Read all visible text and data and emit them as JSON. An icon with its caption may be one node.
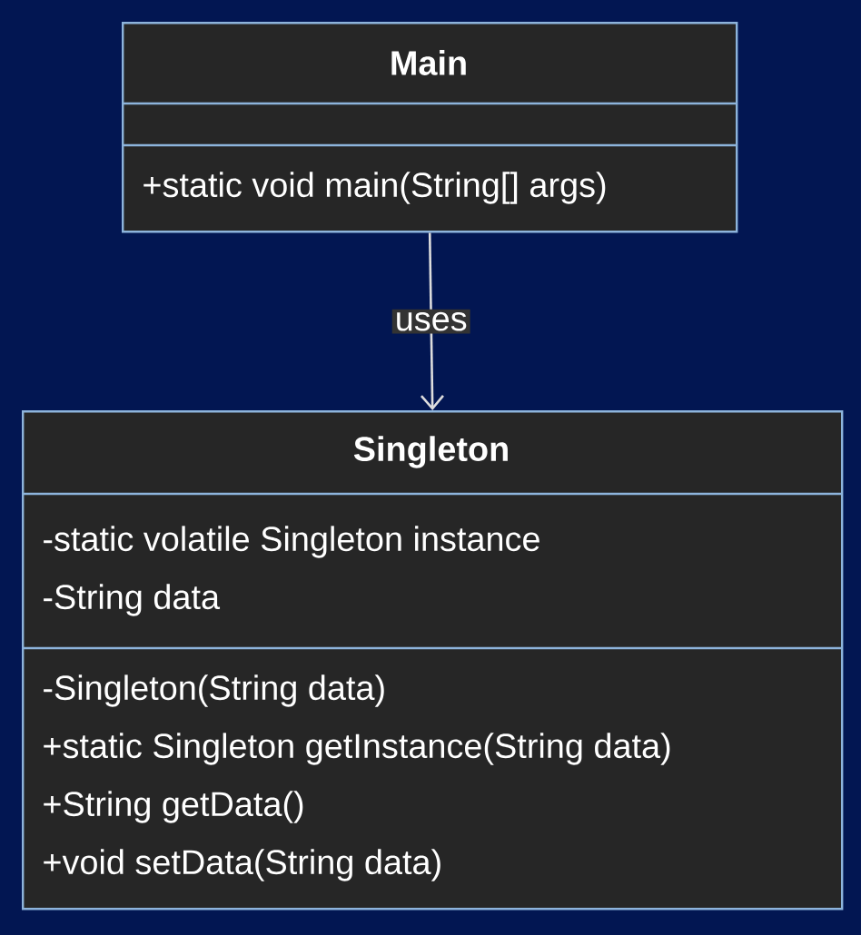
{
  "diagram": {
    "nodes": [
      {
        "text": [
          "Main",
          "+static void main(String[] args)"
        ]
      },
      {
        "text": [
          "Singleton",
          "-static volatile Singleton instance",
          "-String data",
          "-Singleton(String data)",
          "+static Singleton getInstance(String data)",
          "+String getData()",
          "+void setData(String data)"
        ]
      }
    ],
    "edges": [
      {
        "from": 0,
        "to": 1,
        "arrow": "to",
        "label": "uses"
      }
    ]
  }
}
